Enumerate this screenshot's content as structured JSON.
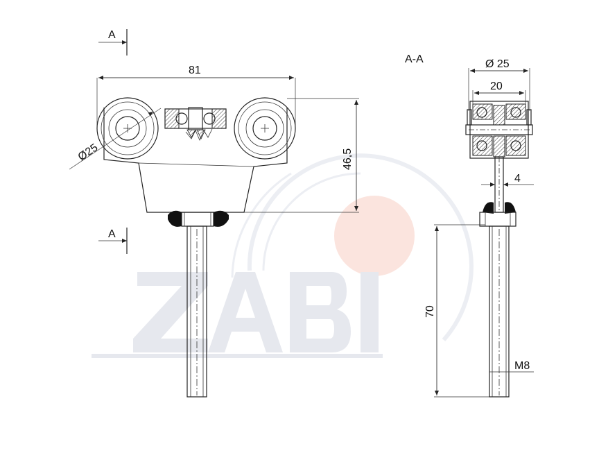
{
  "watermark": {
    "text": "ZABI",
    "dot_color": "#f9d9d0",
    "color": "#e6e8ee"
  },
  "labels": {
    "section_mark_top": "A",
    "section_mark_bottom": "A",
    "section_title": "A-A",
    "width_81": "81",
    "height_46_5": "46,5",
    "diameter_left": "Ø25",
    "diameter_right": "Ø 25",
    "width_20": "20",
    "dim_4": "4",
    "length_70": "70",
    "thread_m8": "M8"
  }
}
